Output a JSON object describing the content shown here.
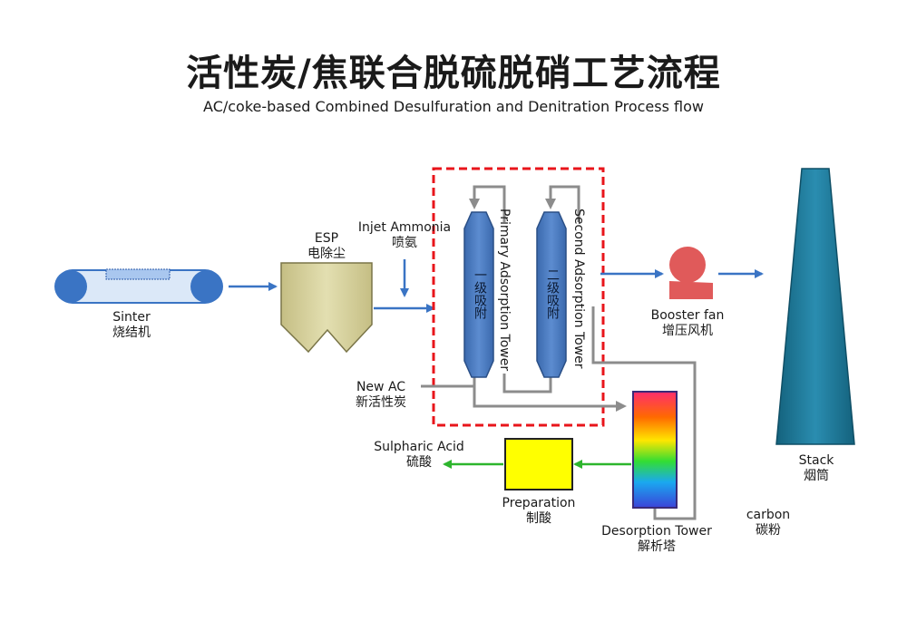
{
  "title": {
    "cn": "活性炭/焦联合脱硫脱硝工艺流程",
    "en": "AC/coke-based Combined Desulfuration and Denitration Process flow"
  },
  "nodes": {
    "sinter": {
      "en": "Sinter",
      "cn": "烧结机"
    },
    "esp": {
      "en": "ESP",
      "cn": "电除尘"
    },
    "ammonia": {
      "en": "Injet Ammonia",
      "cn": "喷氨"
    },
    "new_ac": {
      "en": "New AC",
      "cn": "新活性炭"
    },
    "primary_tower": {
      "en": "Primary Adsorption Tower",
      "cn": "一级吸附"
    },
    "second_tower": {
      "en": "Second Adsorption Tower",
      "cn": "二级吸附"
    },
    "booster_fan": {
      "en": "Booster fan",
      "cn": "增压风机"
    },
    "stack": {
      "en": "Stack",
      "cn": "烟筒"
    },
    "sulphuric_acid": {
      "en": "Sulpharic Acid",
      "cn": "硫酸"
    },
    "preparation": {
      "en": "Preparation",
      "cn": "制酸"
    },
    "desorption_tower": {
      "en": "Desorption Tower",
      "cn": "解析塔"
    },
    "carbon": {
      "en": "carbon",
      "cn": "碳粉"
    }
  },
  "colors": {
    "flue_gas_arrow": "#3a74c4",
    "carbon_flow": "#8c8c8c",
    "acid_flow": "#2db52d",
    "adsorption_zone_border": "#e8151b",
    "tower_fill": "#4f7fc0",
    "booster_fan": "#e05a5a",
    "stack_fill": "#1b6f8e",
    "preparation_fill": "#ffff00",
    "esp_fill": "#d2cc94"
  }
}
